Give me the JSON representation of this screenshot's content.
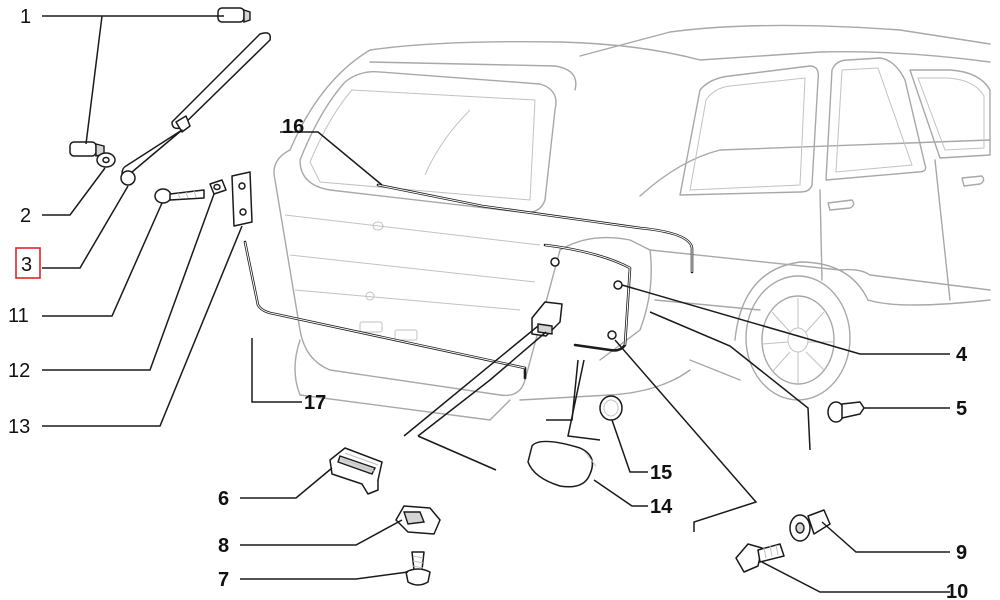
{
  "callouts": [
    {
      "id": "1",
      "text": "1"
    },
    {
      "id": "2",
      "text": "2"
    },
    {
      "id": "3",
      "text": "3",
      "highlighted": true
    },
    {
      "id": "11",
      "text": "11"
    },
    {
      "id": "12",
      "text": "12"
    },
    {
      "id": "13",
      "text": "13"
    },
    {
      "id": "16",
      "text": "16"
    },
    {
      "id": "17",
      "text": "17"
    },
    {
      "id": "4",
      "text": "4"
    },
    {
      "id": "5",
      "text": "5"
    },
    {
      "id": "6",
      "text": "6"
    },
    {
      "id": "8",
      "text": "8"
    },
    {
      "id": "7",
      "text": "7"
    },
    {
      "id": "15",
      "text": "15"
    },
    {
      "id": "14",
      "text": "14"
    },
    {
      "id": "9",
      "text": "9"
    },
    {
      "id": "10",
      "text": "10"
    }
  ],
  "highlight_color": "#e0262b",
  "line_color": "#1a1a1a",
  "car_outline_color": "#a8a8a8"
}
